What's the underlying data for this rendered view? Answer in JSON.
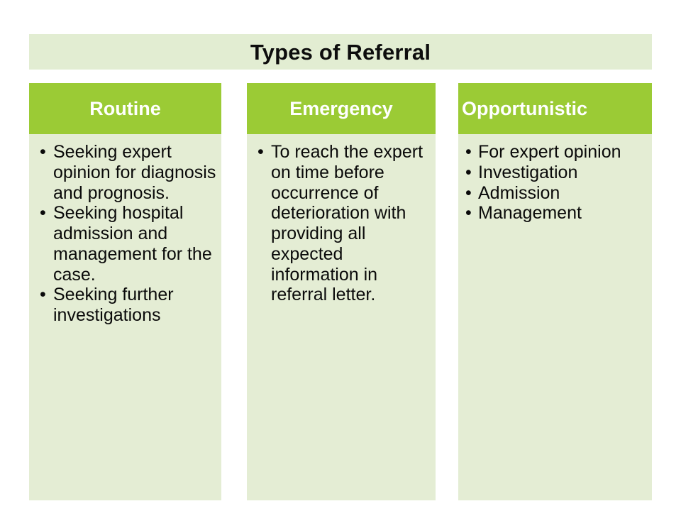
{
  "slide": {
    "title": "Types of Referral",
    "colors": {
      "header_green": "#9bcb35",
      "body_pale_green": "#e4edd4",
      "title_band_green": "#e2edd2",
      "title_text": "#0d0d0d",
      "body_text": "#0a0a0a",
      "header_text": "#ffffff",
      "background": "#ffffff"
    },
    "columns": [
      {
        "header": "Routine",
        "bullets": [
          "Seeking expert opinion for diagnosis and prognosis.",
          "Seeking hospital admission and management for the case.",
          "Seeking further investigations"
        ]
      },
      {
        "header": "Emergency",
        "bullets": [
          "To reach the expert on time before occurrence of deterioration with providing all expected information in referral letter."
        ]
      },
      {
        "header": "Opportunistic",
        "bullets": [
          "For expert opinion",
          "Investigation",
          "Admission",
          "Management"
        ]
      }
    ]
  }
}
